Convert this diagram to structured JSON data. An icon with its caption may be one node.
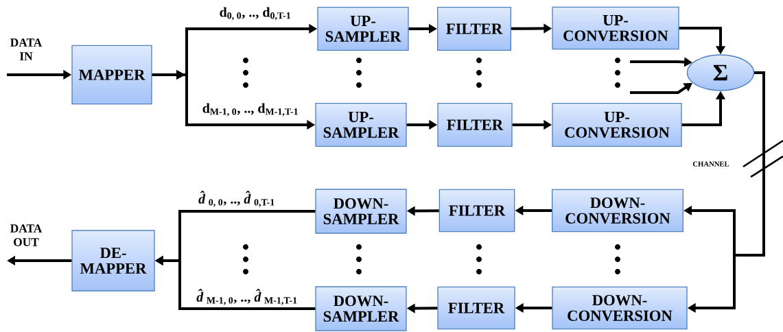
{
  "diagram": {
    "nodes": [
      {
        "text": [
          "MAPPER"
        ]
      },
      {
        "text": [
          "UP- SAMPLER"
        ]
      },
      {
        "text": [
          "FILTER"
        ]
      },
      {
        "text": [
          "UP- CONVERSION"
        ]
      },
      {
        "text": [
          "UP- SAMPLER"
        ]
      },
      {
        "text": [
          "FILTER"
        ]
      },
      {
        "text": [
          "UP- CONVERSION"
        ]
      },
      {
        "text": [
          "Σ"
        ]
      },
      {
        "text": [
          "DOWN- CONVERSION"
        ]
      },
      {
        "text": [
          "FILTER"
        ]
      },
      {
        "text": [
          "DOWN- SAMPLER"
        ]
      },
      {
        "text": [
          "DOWN- CONVERSION"
        ]
      },
      {
        "text": [
          "FILTER"
        ]
      },
      {
        "text": [
          "DOWN- SAMPLER"
        ]
      },
      {
        "text": [
          "DE- MAPPER"
        ]
      }
    ],
    "edges": [
      {
        "from": null,
        "to": 0,
        "arrow": "to"
      },
      {
        "from": 0,
        "to": 1,
        "arrow": "to",
        "label": "d$_{0, 0}$, .., d$_{0,T-1}$"
      },
      {
        "from": 0,
        "to": 4,
        "arrow": "to",
        "label": "d$_{M-1, 0}$, .., d$_{M-1,T-1}$"
      },
      {
        "from": 1,
        "to": 2,
        "arrow": "to"
      },
      {
        "from": 2,
        "to": 3,
        "arrow": "to"
      },
      {
        "from": 3,
        "to": 7,
        "arrow": "to"
      },
      {
        "from": 4,
        "to": 5,
        "arrow": "to"
      },
      {
        "from": 5,
        "to": 6,
        "arrow": "to"
      },
      {
        "from": 6,
        "to": 7,
        "arrow": "to"
      },
      {
        "from": null,
        "to": 7,
        "arrow": "to"
      },
      {
        "from": null,
        "to": 7,
        "arrow": "to"
      },
      {
        "from": 7,
        "to": 8,
        "arrow": "to"
      },
      {
        "from": 7,
        "to": 11,
        "arrow": "to"
      },
      {
        "from": 8,
        "to": 9,
        "arrow": "to"
      },
      {
        "from": 9,
        "to": 10,
        "arrow": "to"
      },
      {
        "from": 11,
        "to": 12,
        "arrow": "to"
      },
      {
        "from": 12,
        "to": 13,
        "arrow": "to"
      },
      {
        "from": 10,
        "to": 14,
        "arrow": "to",
        "label": "*d̂*$_{0, 0}$, .., *d̂*$_{0,T-1}$"
      },
      {
        "from": 13,
        "to": 14,
        "arrow": "to",
        "label": "*d̂*$_{M-1, 0}$, .., *d̂*$_{M-1,T-1}$"
      },
      {
        "from": 14,
        "to": null,
        "arrow": "to"
      }
    ],
    "labels": [
      "DATA IN",
      "CHANNEL",
      "DATA OUT"
    ]
  }
}
